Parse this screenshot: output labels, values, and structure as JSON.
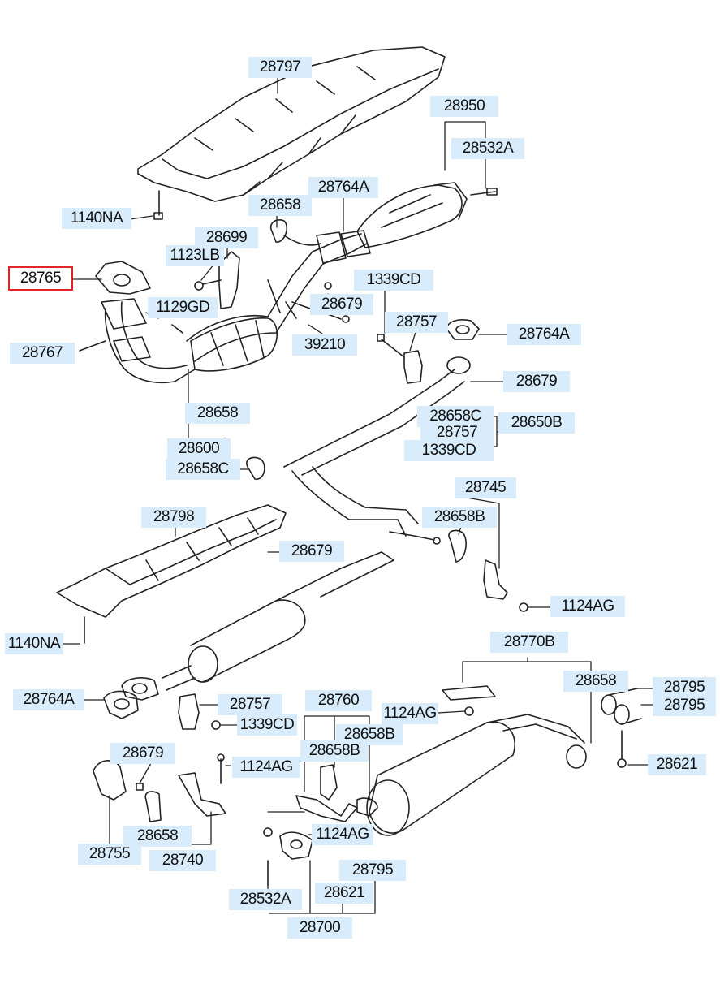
{
  "diagram": {
    "callouts": [
      {
        "id": "c28797",
        "text": "28797"
      },
      {
        "id": "c28950",
        "text": "28950"
      },
      {
        "id": "c28532A_top",
        "text": "28532A"
      },
      {
        "id": "c28764A_top",
        "text": "28764A"
      },
      {
        "id": "c28658_top",
        "text": "28658"
      },
      {
        "id": "c1140NA_top",
        "text": "1140NA"
      },
      {
        "id": "c28699",
        "text": "28699"
      },
      {
        "id": "c1123LB",
        "text": "1123LB"
      },
      {
        "id": "c28765",
        "text": "28765",
        "selected": true
      },
      {
        "id": "c1129GD",
        "text": "1129GD"
      },
      {
        "id": "c1339CD_top",
        "text": "1339CD"
      },
      {
        "id": "c28679_mid",
        "text": "28679"
      },
      {
        "id": "c28757_top",
        "text": "28757"
      },
      {
        "id": "c28764A_right",
        "text": "28764A"
      },
      {
        "id": "c39210",
        "text": "39210"
      },
      {
        "id": "c28767",
        "text": "28767"
      },
      {
        "id": "c28679_right",
        "text": "28679"
      },
      {
        "id": "c28658C_right",
        "text": "28658C"
      },
      {
        "id": "c28650B",
        "text": "28650B"
      },
      {
        "id": "c28757_right",
        "text": "28757"
      },
      {
        "id": "c1339CD_right",
        "text": "1339CD"
      },
      {
        "id": "c28658_left",
        "text": "28658"
      },
      {
        "id": "c28600",
        "text": "28600"
      },
      {
        "id": "c28658C_left",
        "text": "28658C"
      },
      {
        "id": "c28745",
        "text": "28745"
      },
      {
        "id": "c28658B_mid",
        "text": "28658B"
      },
      {
        "id": "c28798",
        "text": "28798"
      },
      {
        "id": "c28679_heat",
        "text": "28679"
      },
      {
        "id": "c1124AG_right",
        "text": "1124AG"
      },
      {
        "id": "c1140NA_bot",
        "text": "1140NA"
      },
      {
        "id": "c28770B",
        "text": "28770B"
      },
      {
        "id": "c28658_tail",
        "text": "28658"
      },
      {
        "id": "c28795_a",
        "text": "28795"
      },
      {
        "id": "c28795_b",
        "text": "28795"
      },
      {
        "id": "c28764A_bot",
        "text": "28764A"
      },
      {
        "id": "c28757_bot",
        "text": "28757"
      },
      {
        "id": "c1339CD_bot",
        "text": "1339CD"
      },
      {
        "id": "c28760",
        "text": "28760"
      },
      {
        "id": "c1124AG_tail",
        "text": "1124AG"
      },
      {
        "id": "c28658B_bot",
        "text": "28658B"
      },
      {
        "id": "c28658B_bot2",
        "text": "28658B"
      },
      {
        "id": "c28679_bot",
        "text": "28679"
      },
      {
        "id": "c1124AG_mid",
        "text": "1124AG"
      },
      {
        "id": "c28621_right",
        "text": "28621"
      },
      {
        "id": "c28658_bot",
        "text": "28658"
      },
      {
        "id": "c1124AG_bot",
        "text": "1124AG"
      },
      {
        "id": "c28755",
        "text": "28755"
      },
      {
        "id": "c28740",
        "text": "28740"
      },
      {
        "id": "c28795_bot",
        "text": "28795"
      },
      {
        "id": "c28532A_bot",
        "text": "28532A"
      },
      {
        "id": "c28621_bot",
        "text": "28621"
      },
      {
        "id": "c28700",
        "text": "28700"
      }
    ]
  },
  "colors": {
    "callout_bg": "#d8ecfb",
    "selected_border": "#e0262a",
    "line": "#222222"
  }
}
